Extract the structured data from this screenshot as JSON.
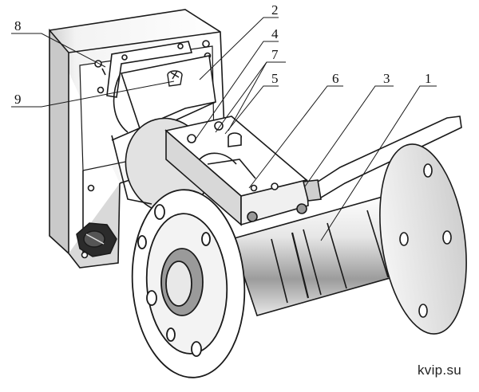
{
  "figure": {
    "callouts": [
      {
        "id": "1",
        "label": "1"
      },
      {
        "id": "2",
        "label": "2"
      },
      {
        "id": "3",
        "label": "3"
      },
      {
        "id": "4",
        "label": "4"
      },
      {
        "id": "5",
        "label": "5"
      },
      {
        "id": "6",
        "label": "6"
      },
      {
        "id": "7",
        "label": "7"
      },
      {
        "id": "8",
        "label": "8"
      },
      {
        "id": "9",
        "label": "9"
      }
    ],
    "watermark": "kvip.su"
  },
  "colors": {
    "line": "#1a1a1a",
    "fill_light": "#ffffff",
    "fill_shade": "#bdbdbd",
    "fill_dark": "#8a8a8a"
  }
}
